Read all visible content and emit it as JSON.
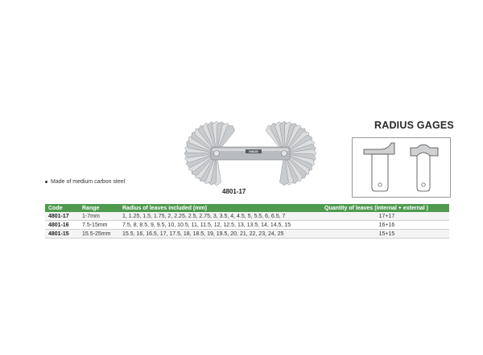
{
  "title": "RADIUS GAGES",
  "product_code": "4801-17",
  "logo_text": "INSIZE",
  "feature": "Made of medium carbon steel",
  "table": {
    "headers": {
      "code": "Code",
      "range": "Range",
      "radius": "Radius of leaves included (mm)",
      "quantity": "Quantity of leaves (internal + external )"
    },
    "rows": [
      {
        "code": "4801-17",
        "range": "1-7mm",
        "radius": "1, 1.25, 1.5, 1.75, 2, 2.25, 2.5, 2.75, 3, 3.5, 4, 4.5, 5, 5.5, 6, 6.5, 7",
        "quantity": "17+17"
      },
      {
        "code": "4801-16",
        "range": "7.5-15mm",
        "radius": "7.5, 8, 8.5, 9, 9.5, 10, 10.5, 11, 11.5, 12, 12.5, 13, 13.5, 14, 14.5, 15",
        "quantity": "16+16"
      },
      {
        "code": "4801-15",
        "range": "15.5-25mm",
        "radius": "15.5, 16, 16.5, 17, 17.5, 18, 18.5, 19, 19.5, 20, 21, 22, 23, 24, 25",
        "quantity": "15+15"
      }
    ]
  },
  "colors": {
    "header_green": "#4f9a4e",
    "steel": "#c9cccf"
  }
}
